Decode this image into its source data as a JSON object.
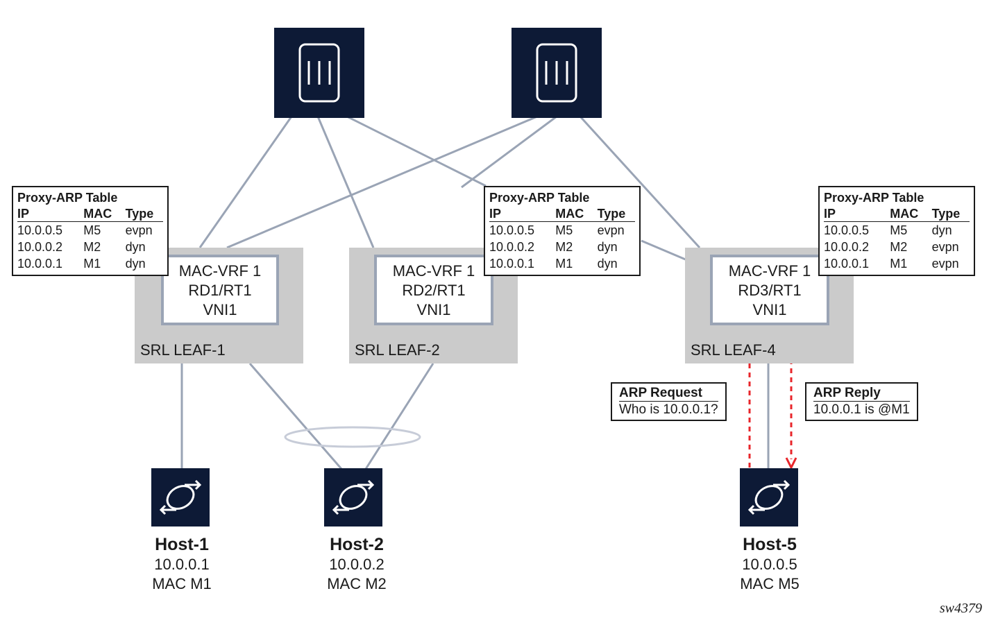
{
  "spines": [
    {
      "id": "spine-1",
      "icon": "spine-switch-icon"
    },
    {
      "id": "spine-2",
      "icon": "spine-switch-icon"
    }
  ],
  "leaves": [
    {
      "name": "SRL LEAF-1",
      "vrf": [
        "MAC-VRF 1",
        "RD1/RT1",
        "VNI1"
      ]
    },
    {
      "name": "SRL LEAF-2",
      "vrf": [
        "MAC-VRF 1",
        "RD2/RT1",
        "VNI1"
      ]
    },
    {
      "name": "SRL LEAF-4",
      "vrf": [
        "MAC-VRF 1",
        "RD3/RT1",
        "VNI1"
      ]
    }
  ],
  "arp_tables": [
    {
      "title": "Proxy-ARP Table",
      "headers": [
        "IP",
        "MAC",
        "Type"
      ],
      "rows": [
        [
          "10.0.0.5",
          "M5",
          "evpn"
        ],
        [
          "10.0.0.2",
          "M2",
          "dyn"
        ],
        [
          "10.0.0.1",
          "M1",
          "dyn"
        ]
      ]
    },
    {
      "title": "Proxy-ARP Table",
      "headers": [
        "IP",
        "MAC",
        "Type"
      ],
      "rows": [
        [
          "10.0.0.5",
          "M5",
          "evpn"
        ],
        [
          "10.0.0.2",
          "M2",
          "dyn"
        ],
        [
          "10.0.0.1",
          "M1",
          "dyn"
        ]
      ]
    },
    {
      "title": "Proxy-ARP Table",
      "headers": [
        "IP",
        "MAC",
        "Type"
      ],
      "rows": [
        [
          "10.0.0.5",
          "M5",
          "dyn"
        ],
        [
          "10.0.0.2",
          "M2",
          "evpn"
        ],
        [
          "10.0.0.1",
          "M1",
          "evpn"
        ]
      ]
    }
  ],
  "hosts": [
    {
      "name": "Host-1",
      "ip": "10.0.0.1",
      "mac": "MAC M1",
      "icon": "host-arrows-icon"
    },
    {
      "name": "Host-2",
      "ip": "10.0.0.2",
      "mac": "MAC M2",
      "icon": "host-arrows-icon"
    },
    {
      "name": "Host-5",
      "ip": "10.0.0.5",
      "mac": "MAC M5",
      "icon": "host-arrows-icon"
    }
  ],
  "messages": {
    "request": {
      "title": "ARP Request",
      "body": "Who is 10.0.0.1?"
    },
    "reply": {
      "title": "ARP Reply",
      "body": "10.0.0.1 is @M1"
    }
  },
  "figure_id": "sw4379",
  "colors": {
    "node_fill": "#0d1a36",
    "leaf_fill": "#cbcbcb",
    "link": "#9aa4b5",
    "arp_flow": "#e8262b"
  }
}
